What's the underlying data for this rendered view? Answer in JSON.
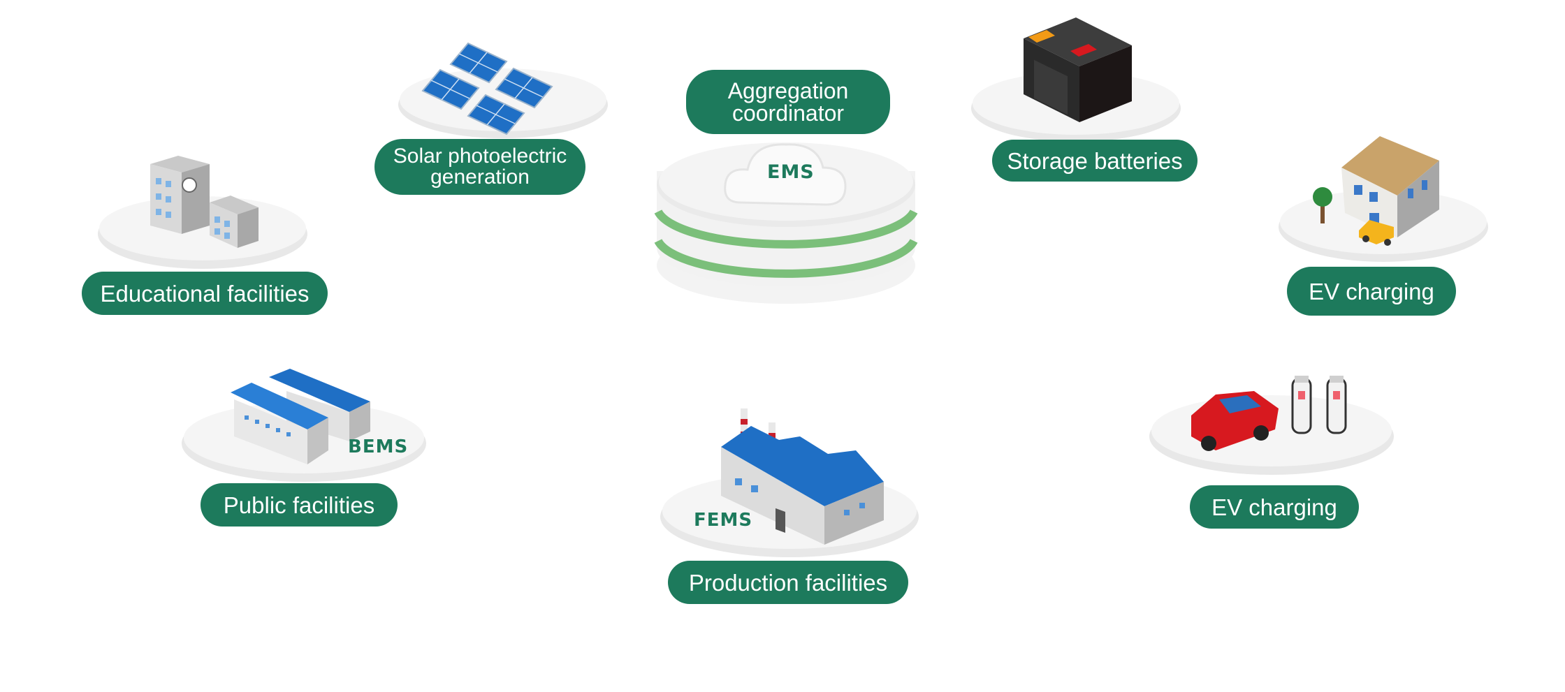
{
  "center": {
    "title_line1": "Aggregation",
    "title_line2": "coordinator",
    "ems_label": "EMS"
  },
  "nodes": {
    "solar": {
      "line1": "Solar photoelectric",
      "line2": "generation",
      "icon": "solar-panel-icon"
    },
    "battery": {
      "label": "Storage batteries",
      "icon": "battery-icon"
    },
    "education": {
      "label": "Educational facilities",
      "icon": "school-building-icon"
    },
    "house": {
      "label": "EV charging",
      "icon": "house-car-icon"
    },
    "public": {
      "label": "Public facilities",
      "tag": "BEMS",
      "icon": "warehouse-icon"
    },
    "production": {
      "label": "Production facilities",
      "tag": "FEMS",
      "icon": "factory-icon"
    },
    "ev": {
      "label": "EV charging",
      "icon": "ev-charger-icon"
    }
  },
  "colors": {
    "label_bg": "#1d7a5c",
    "accent_green": "#7bbf7a",
    "roof_blue": "#1f6fc5",
    "car_red": "#d7191f"
  }
}
